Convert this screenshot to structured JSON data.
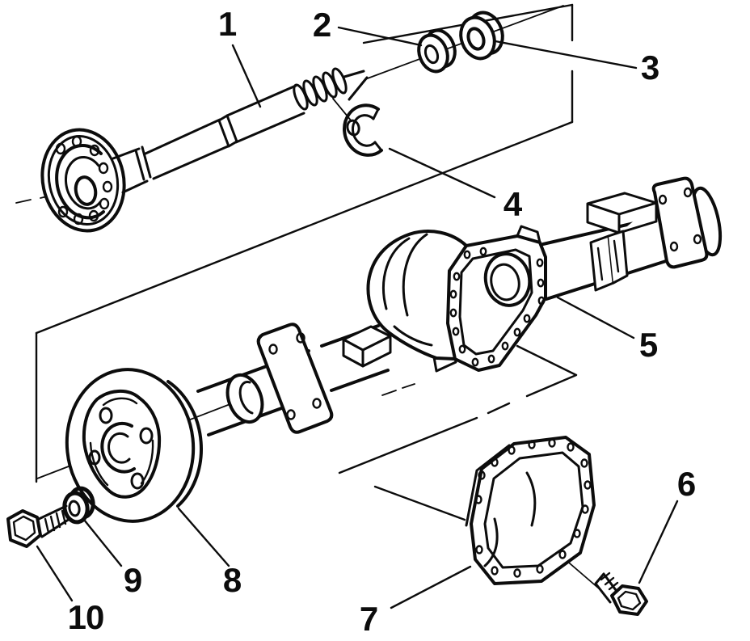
{
  "figure": {
    "type": "exploded-parts-diagram",
    "colors": {
      "ink": "#0c0c0c",
      "background": "#ffffff"
    },
    "callouts": [
      {
        "text": "1"
      },
      {
        "text": "2"
      },
      {
        "text": "3"
      },
      {
        "text": "4"
      },
      {
        "text": "5"
      },
      {
        "text": "6"
      },
      {
        "text": "7"
      },
      {
        "text": "8"
      },
      {
        "text": "9"
      },
      {
        "text": "10"
      }
    ]
  }
}
